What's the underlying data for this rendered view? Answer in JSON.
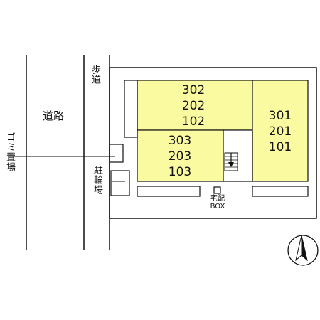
{
  "labels": {
    "road": "道路",
    "sidewalk": "歩道",
    "garbage": "ゴミ置場",
    "bicycle": "駐輪場",
    "delivery_line1": "宅配",
    "delivery_line2": "BOX"
  },
  "units": {
    "left_top": [
      "302",
      "202",
      "102"
    ],
    "left_bottom": [
      "303",
      "203",
      "103"
    ],
    "right": [
      "301",
      "201",
      "101"
    ]
  },
  "colors": {
    "unit_fill": "#fafaa0",
    "line": "#111111"
  },
  "icons": {
    "compass": "north-arrow-icon",
    "stairs": "stairs-icon",
    "delivery_box": "delivery-box-icon"
  }
}
